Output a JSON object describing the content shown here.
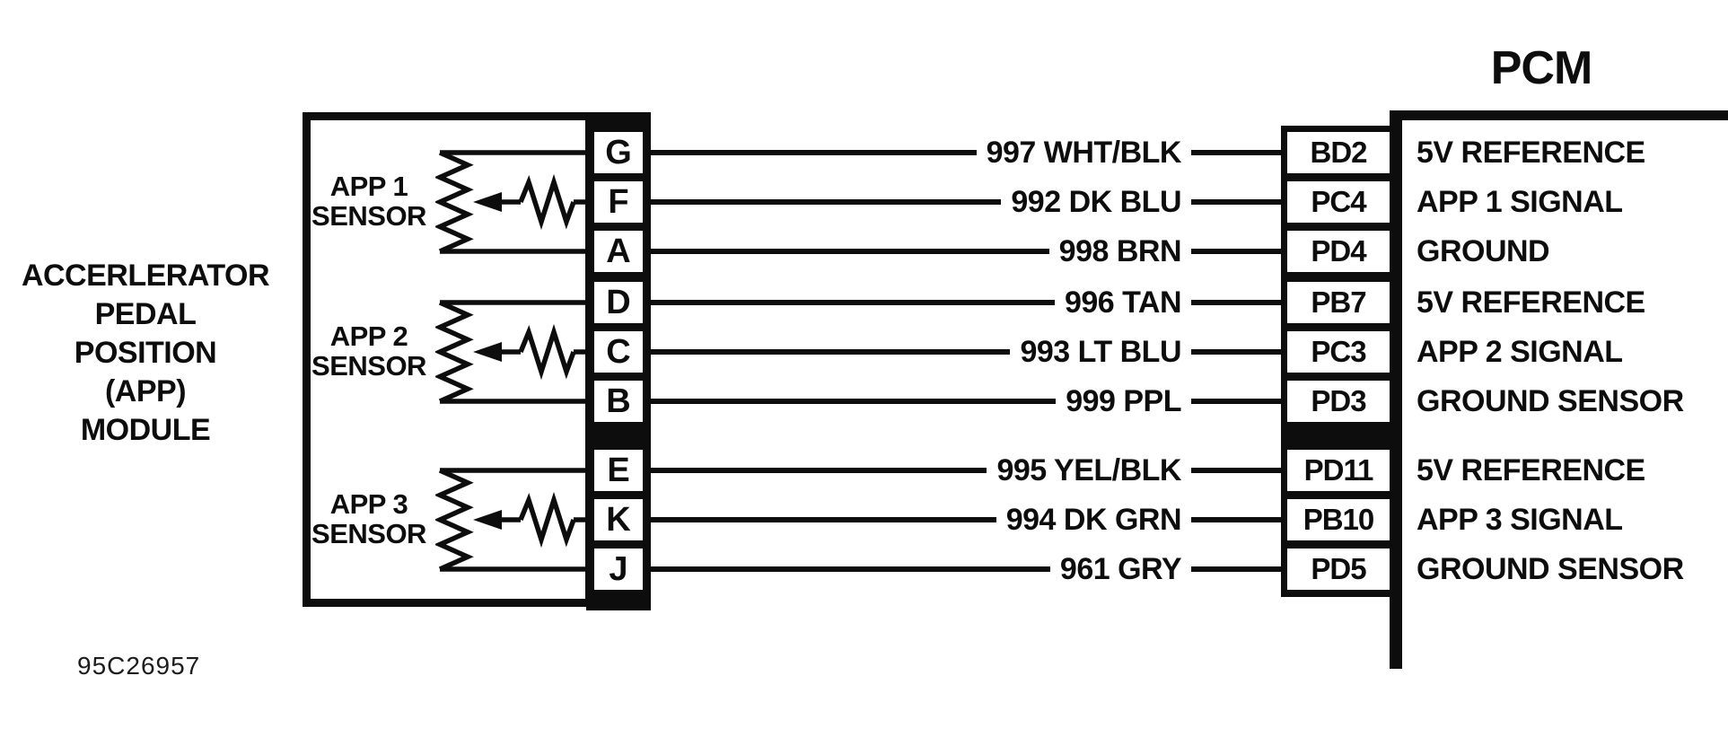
{
  "doc_code": "95C26957",
  "colors": {
    "ink": "#0d0d0d",
    "background": "#ffffff"
  },
  "module": {
    "label_lines": [
      "ACCERLERATOR",
      "PEDAL",
      "POSITION",
      "(APP)",
      "MODULE"
    ]
  },
  "sensors": [
    {
      "label_line1": "APP 1",
      "label_line2": "SENSOR"
    },
    {
      "label_line1": "APP 2",
      "label_line2": "SENSOR"
    },
    {
      "label_line1": "APP 3",
      "label_line2": "SENSOR"
    }
  ],
  "wires": [
    {
      "label": "997 WHT/BLK",
      "module_pin": "G",
      "pcm_pin": "BD2",
      "pcm_signal": "5V REFERENCE"
    },
    {
      "label": "992 DK BLU",
      "module_pin": "F",
      "pcm_pin": "PC4",
      "pcm_signal": "APP 1 SIGNAL"
    },
    {
      "label": "998 BRN",
      "module_pin": "A",
      "pcm_pin": "PD4",
      "pcm_signal": "GROUND"
    },
    {
      "label": "996 TAN",
      "module_pin": "D",
      "pcm_pin": "PB7",
      "pcm_signal": "5V REFERENCE"
    },
    {
      "label": "993 LT BLU",
      "module_pin": "C",
      "pcm_pin": "PC3",
      "pcm_signal": "APP 2 SIGNAL"
    },
    {
      "label": "999 PPL",
      "module_pin": "B",
      "pcm_pin": "PD3",
      "pcm_signal": "GROUND SENSOR"
    },
    {
      "label": "995 YEL/BLK",
      "module_pin": "E",
      "pcm_pin": "PD11",
      "pcm_signal": "5V REFERENCE"
    },
    {
      "label": "994 DK GRN",
      "module_pin": "K",
      "pcm_pin": "PB10",
      "pcm_signal": "APP 3 SIGNAL"
    },
    {
      "label": "961 GRY",
      "module_pin": "J",
      "pcm_pin": "PD5",
      "pcm_signal": "GROUND SENSOR"
    }
  ],
  "pcm": {
    "title": "PCM"
  }
}
